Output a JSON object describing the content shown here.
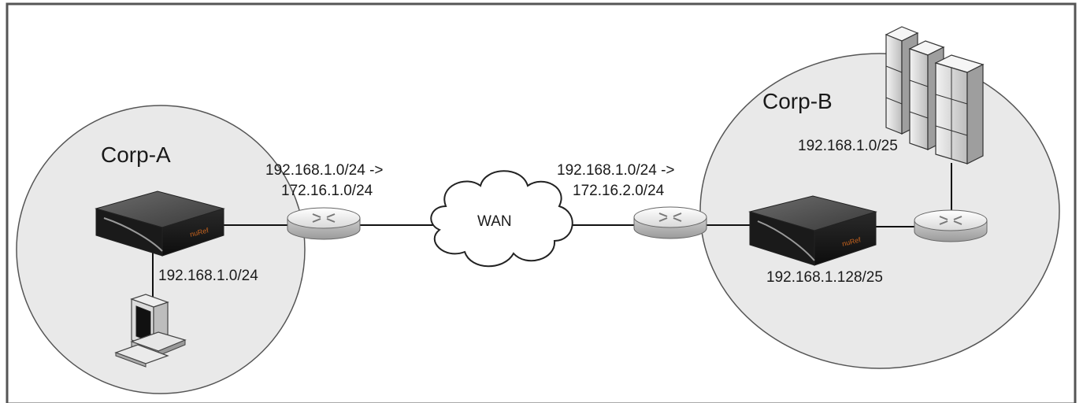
{
  "sites": {
    "corp_a": {
      "name": "Corp-A",
      "lan_subnet": "192.168.1.0/24",
      "nat_from": "192.168.1.0/24 ->",
      "nat_to": "172.16.1.0/24"
    },
    "corp_b": {
      "name": "Corp-B",
      "server_subnet": "192.168.1.0/25",
      "firewall_subnet": "192.168.1.128/25",
      "nat_from": "192.168.1.0/24 ->",
      "nat_to": "172.16.2.0/24"
    }
  },
  "wan": {
    "label": "WAN"
  },
  "appliance": {
    "brand_text": "nuRef"
  },
  "icons": [
    "firewall-appliance-icon",
    "router-icon",
    "workstation-icon",
    "server-rack-icon",
    "cloud-icon"
  ],
  "colors": {
    "site_fill": "#e9e9e9",
    "appliance_body": "#2b2b2b",
    "appliance_accent": "#c8641e",
    "router_fill": "#f4f4f4",
    "border": "#555555"
  }
}
